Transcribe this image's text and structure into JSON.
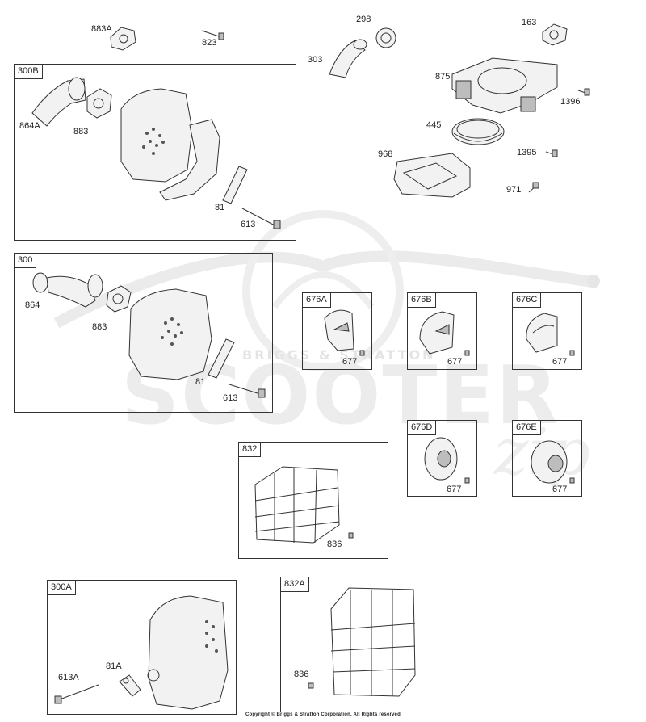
{
  "diagram": {
    "boxes": {
      "b300B": "300B",
      "b300": "300",
      "b676A": "676A",
      "b676B": "676B",
      "b676C": "676C",
      "b676D": "676D",
      "b676E": "676E",
      "b832": "832",
      "b300A": "300A",
      "b832A": "832A"
    },
    "labels": {
      "l883A": "883A",
      "l823": "823",
      "l298": "298",
      "l163": "163",
      "l303": "303",
      "l875": "875",
      "l1396": "1396",
      "l445": "445",
      "l1395": "1395",
      "l968": "968",
      "l971": "971",
      "l864A": "864A",
      "l883_b": "883",
      "l81_b": "81",
      "l613_b": "613",
      "l864": "864",
      "l883_c": "883",
      "l81_c": "81",
      "l613_c": "613",
      "l677_a": "677",
      "l677_b": "677",
      "l677_c": "677",
      "l677_d": "677",
      "l677_e": "677",
      "l836": "836",
      "l613A": "613A",
      "l81A": "81A",
      "l836_a": "836"
    },
    "watermark": {
      "main": "SCOOTER",
      "sub": "BRIGGS & STRATTON",
      "script": "zip"
    },
    "copyright": "Copyright © Briggs & Stratton Corporation. All Rights reserved"
  }
}
